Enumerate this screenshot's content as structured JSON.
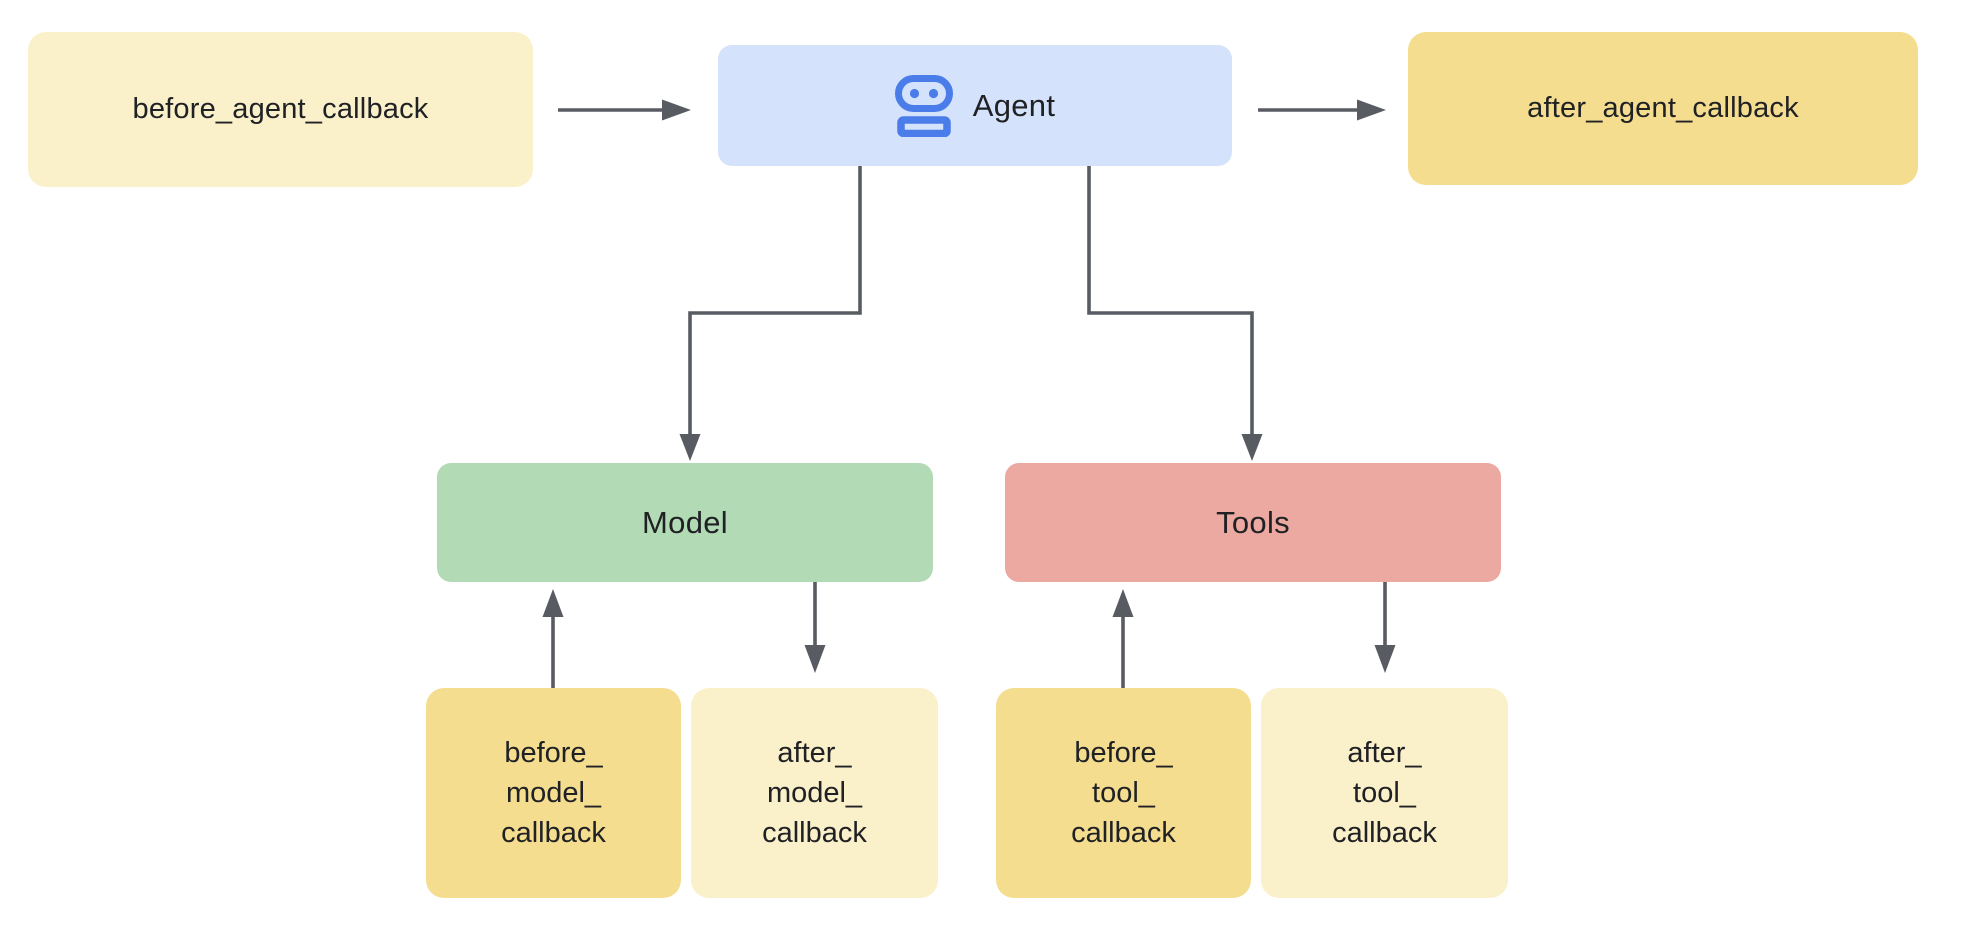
{
  "diagram": {
    "description": "Agent callbacks flow diagram",
    "background": "#ffffff"
  },
  "colors": {
    "text": "#202124",
    "connector": "#585c62",
    "cream_yellow": "#faf0ca",
    "dark_yellow": "#f5dd8f",
    "light_blue": "#d5e2fb",
    "green": "#b2dab4",
    "salmon": "#eba9a1",
    "icon_blue": "#4a7de9"
  },
  "nodes": {
    "before_agent_callback": {
      "label": "before_agent_callback",
      "bg": "#faf0ca"
    },
    "agent": {
      "label": "Agent",
      "icon": "robot-icon",
      "icon_color": "#4a7de9",
      "bg": "#d5e2fb"
    },
    "after_agent_callback": {
      "label": "after_agent_callback",
      "bg": "#f5dd8f"
    },
    "model": {
      "label": "Model",
      "bg": "#b2dab4"
    },
    "tools": {
      "label": "Tools",
      "bg": "#eba9a1"
    },
    "before_model_callback": {
      "lines": [
        "before_",
        "model_",
        "callback"
      ],
      "bg": "#f5dd8f"
    },
    "after_model_callback": {
      "lines": [
        "after_",
        "model_",
        "callback"
      ],
      "bg": "#faf0ca"
    },
    "before_tool_callback": {
      "lines": [
        "before_",
        "tool_",
        "callback"
      ],
      "bg": "#f5dd8f"
    },
    "after_tool_callback": {
      "lines": [
        "after_",
        "tool_",
        "callback"
      ],
      "bg": "#faf0ca"
    }
  },
  "edges": [
    {
      "from": "before_agent_callback",
      "to": "agent"
    },
    {
      "from": "agent",
      "to": "after_agent_callback"
    },
    {
      "from": "agent",
      "to": "model"
    },
    {
      "from": "agent",
      "to": "tools"
    },
    {
      "from": "before_model_callback",
      "to": "model"
    },
    {
      "from": "model",
      "to": "after_model_callback"
    },
    {
      "from": "before_tool_callback",
      "to": "tools"
    },
    {
      "from": "tools",
      "to": "after_tool_callback"
    }
  ]
}
